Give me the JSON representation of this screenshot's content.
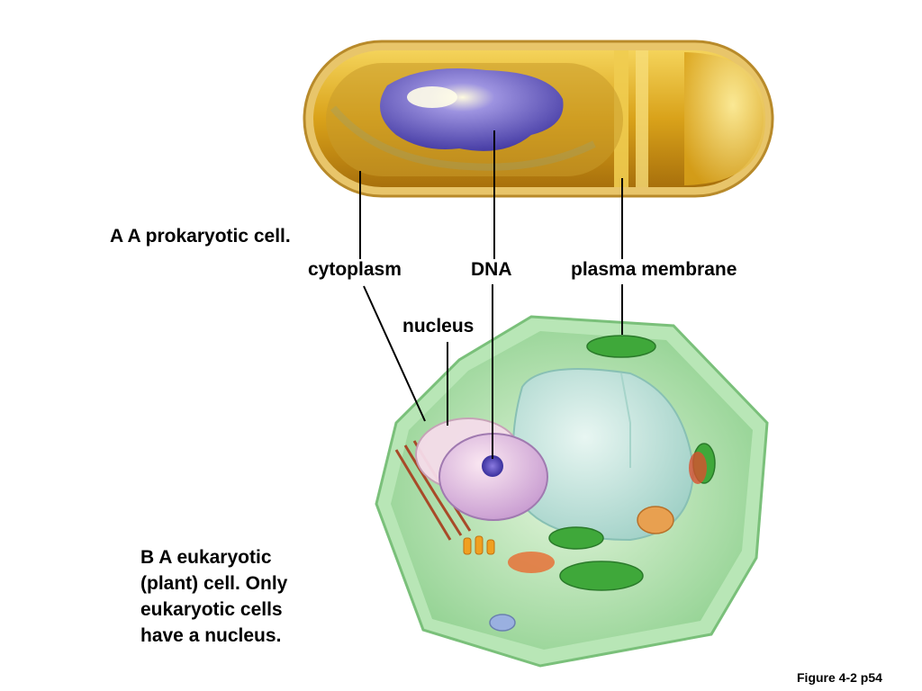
{
  "captions": {
    "prokaryotic": "A A prokaryotic cell.",
    "eukaryotic_lines": [
      "B A eukaryotic",
      "(plant) cell. Only",
      "eukaryotic cells",
      "have a nucleus."
    ]
  },
  "labels": {
    "cytoplasm": "cytoplasm",
    "dna": "DNA",
    "plasma_membrane": "plasma membrane",
    "nucleus": "nucleus"
  },
  "figure_ref": "Figure 4-2 p54",
  "colors": {
    "prokaryote_capsule": "#e0a81a",
    "prokaryote_dna": "#5a4fb8",
    "plant_cell_wall": "#9fd9a4",
    "vacuole": "#bfe3dd",
    "chloroplast": "#3fa83a",
    "nucleus": "#c8a8d8",
    "leader_line": "#000000"
  }
}
